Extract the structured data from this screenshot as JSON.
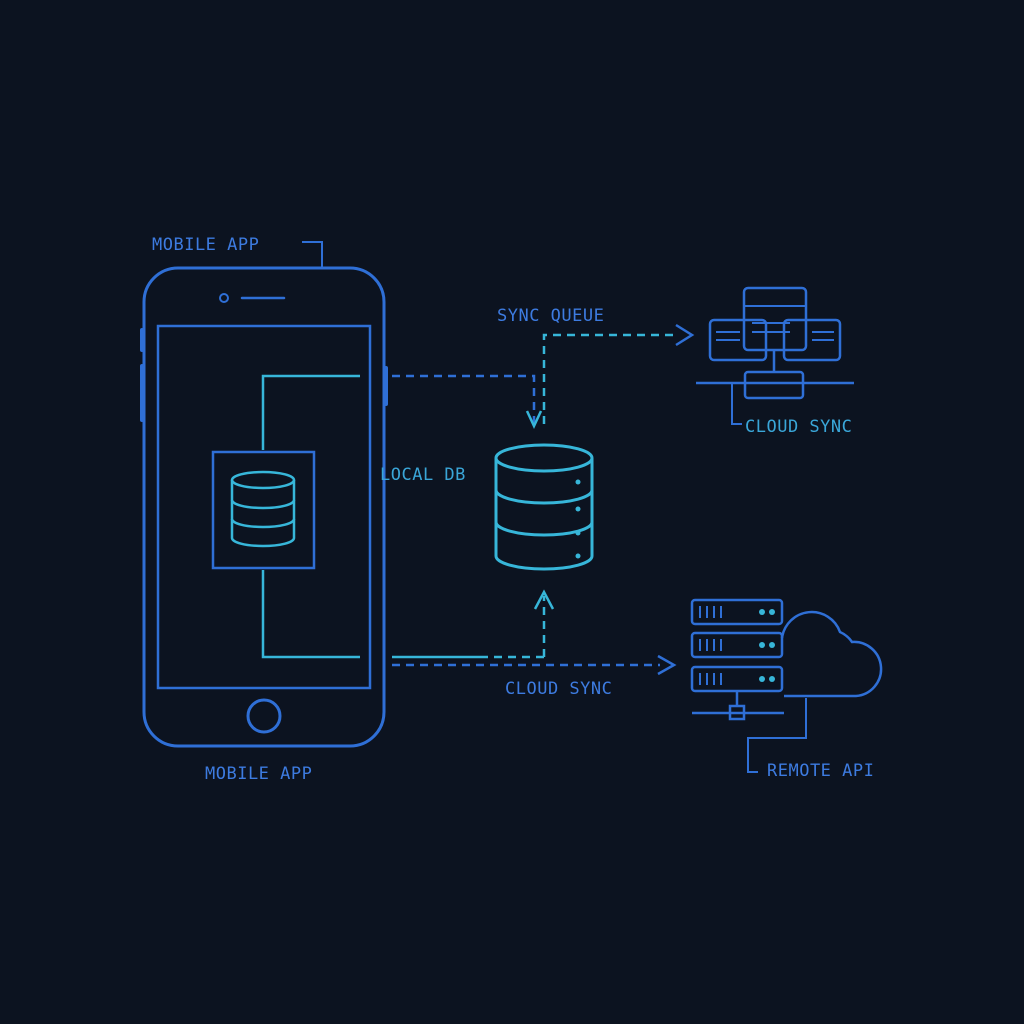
{
  "diagram": {
    "labels": {
      "mobile_app_top": "MOBILE APP",
      "mobile_app_bottom": "MOBILE APP",
      "sync_queue": "SYNC QUEUE",
      "local_db": "LOCAL DB",
      "cloud_sync_top": "CLOUD SYNC",
      "cloud_sync_bottom": "CLOUD SYNC",
      "remote_api": "REMOTE API"
    },
    "colors": {
      "background": "#0c1320",
      "primary_blue": "#2f6fd6",
      "accent_cyan": "#37b6d9"
    },
    "icons": {
      "phone": "smartphone-icon",
      "phone_db": "database-icon",
      "central_db": "database-icon",
      "cloud_sync_servers": "server-cluster-icon",
      "remote_servers": "server-rack-icon",
      "cloud": "cloud-icon"
    }
  }
}
